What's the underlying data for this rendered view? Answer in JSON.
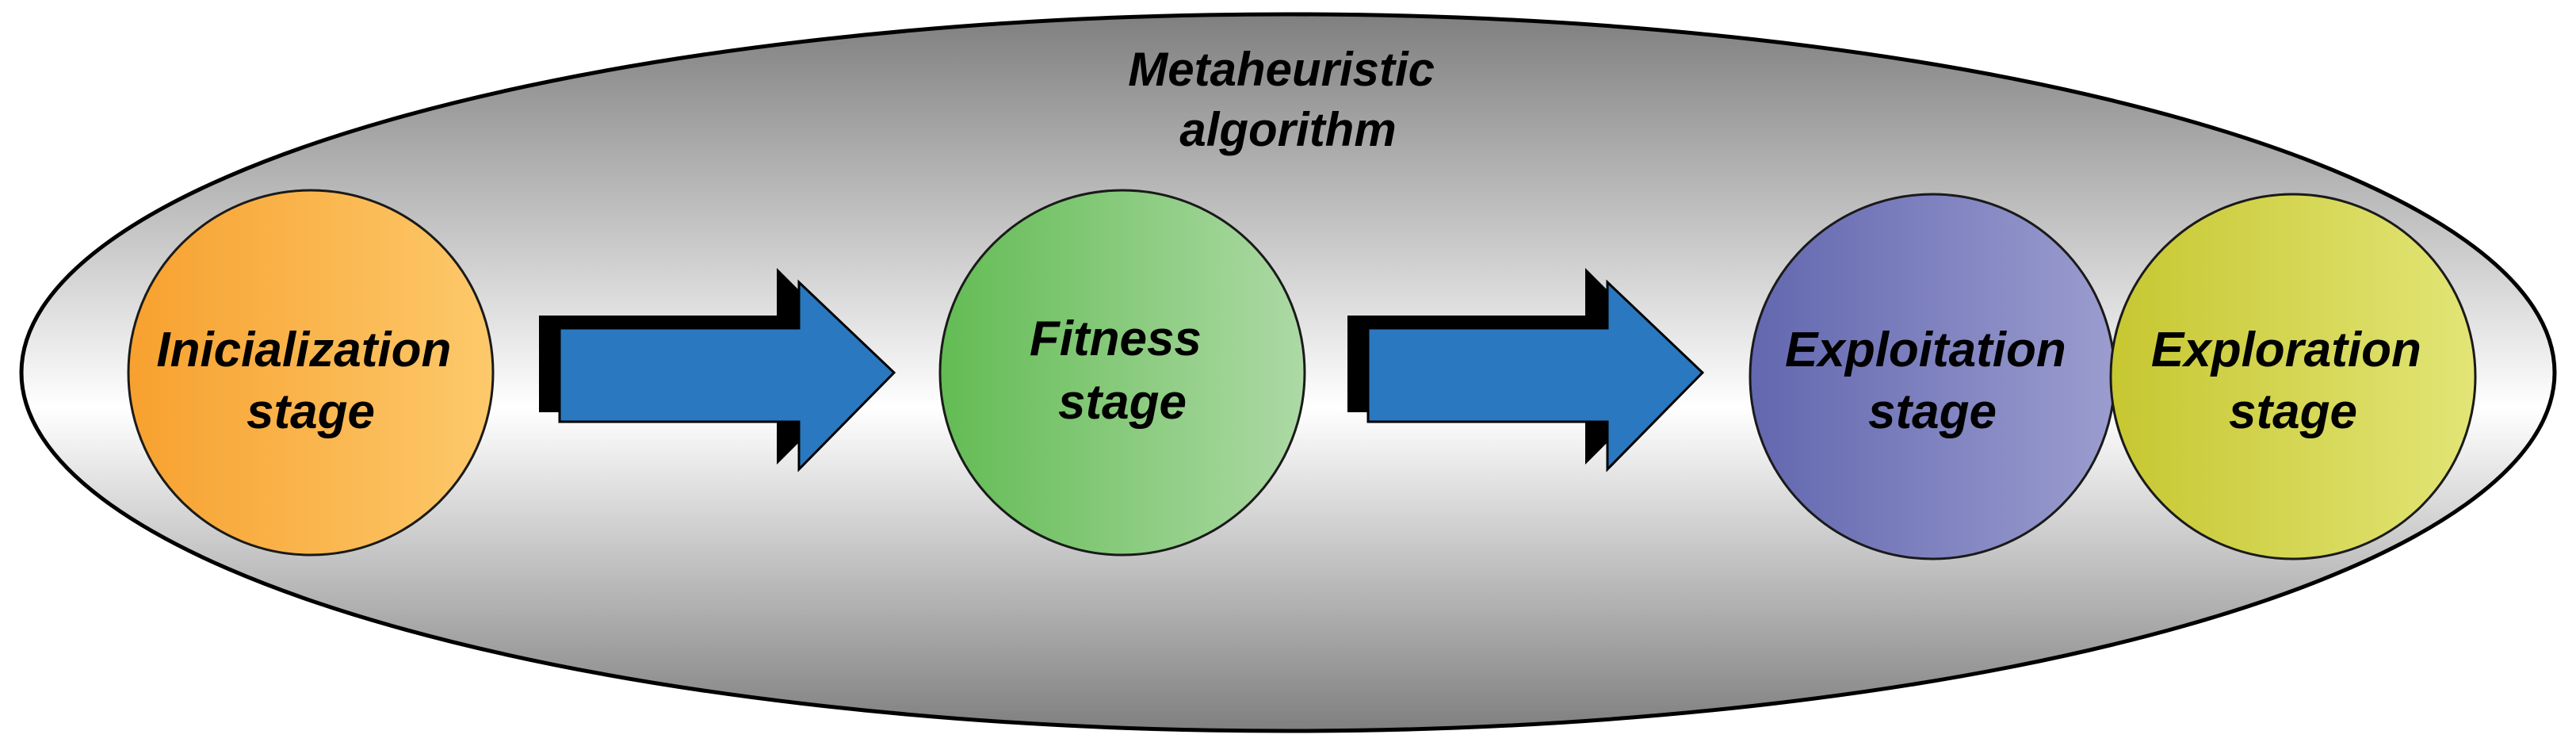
{
  "diagram": {
    "title_lines": [
      "Metaheuristic",
      "algorithm"
    ],
    "stages": [
      {
        "id": "initialization",
        "lines": [
          "Inicialization",
          "stage"
        ],
        "color_start": "#F7A12F",
        "color_end": "#FDC96B"
      },
      {
        "id": "fitness",
        "lines": [
          "Fitness",
          "stage"
        ],
        "color_start": "#63BC54",
        "color_end": "#ADD9A5"
      },
      {
        "id": "exploitation",
        "lines": [
          "Exploitation",
          "stage"
        ],
        "color_start": "#6267AF",
        "color_end": "#9B9DCF"
      },
      {
        "id": "exploration",
        "lines": [
          "Exploration",
          "stage"
        ],
        "color_start": "#C7C731",
        "color_end": "#E2E576"
      }
    ],
    "arrow_color": "#2A78BF",
    "arrow_shadow_color": "#000000",
    "ellipse_gradient": [
      "#7F7F7F",
      "#FFFFFF"
    ]
  }
}
